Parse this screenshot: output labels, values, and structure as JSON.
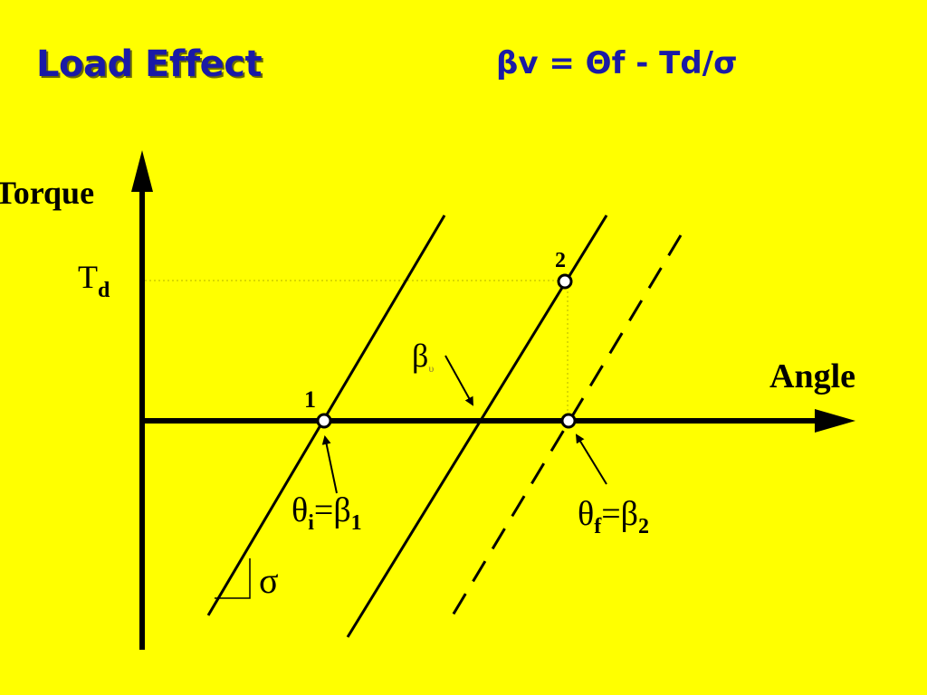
{
  "header": {
    "title": "Load Effect",
    "formula": "βv = Θf - Td/σ"
  },
  "diagram": {
    "y_axis_label": "Torque",
    "x_axis_label": "Angle",
    "td_label": {
      "main": "T",
      "sub": "d"
    },
    "beta_label": {
      "main": "β",
      "sub": "υ"
    },
    "point_1": "1",
    "point_2": "2",
    "theta_i_label": {
      "theta": "θ",
      "theta_sub": "i",
      "eq": "=",
      "beta": "β",
      "beta_sub": "1"
    },
    "theta_f_label": {
      "theta": "θ",
      "theta_sub": "f",
      "eq": "=",
      "beta": "β",
      "beta_sub": "2"
    },
    "slope_label": "σ",
    "colors": {
      "background": "#ffff00",
      "title": "#1a1aa6",
      "ink": "#000000"
    }
  }
}
